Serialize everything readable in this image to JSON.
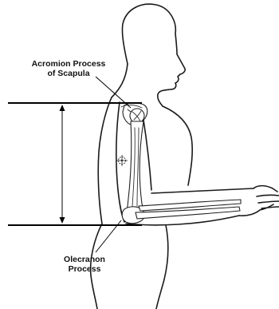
{
  "labels": {
    "acromion_line1": "Acromion Process",
    "acromion_line2": "of Scapula",
    "olecranon_line1": "Olecranon",
    "olecranon_line2": "Process"
  }
}
